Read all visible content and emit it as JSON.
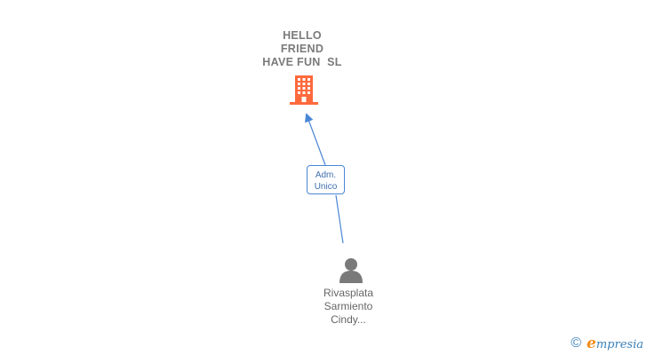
{
  "company": {
    "name_lines": [
      "HELLO",
      "FRIEND",
      "HAVE FUN  SL"
    ]
  },
  "relation": {
    "role_lines": [
      "Adm.",
      "Unico"
    ]
  },
  "person": {
    "name_lines": [
      "Rivasplata",
      "Sarmiento",
      "Cindy..."
    ]
  },
  "footer": {
    "copyright_symbol": "©",
    "brand_initial": "e",
    "brand_rest": "mpresia"
  },
  "colors": {
    "building": "#ff6a3d",
    "connector": "#4a86d6",
    "person": "#7a7a7a"
  }
}
